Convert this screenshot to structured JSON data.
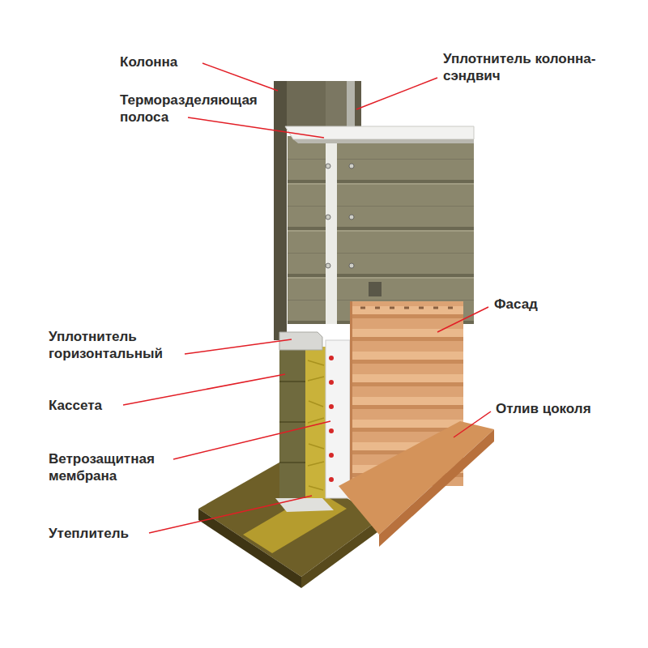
{
  "diagram": {
    "labels": [
      "Колонна",
      "Уплотнитель колонна-сэндвич",
      "Терморазделяющая полоса",
      "Уплотнитель горизонтальный",
      "Кассета",
      "Ветрозащитная мембрана",
      "Утеплитель",
      "Фасад",
      "Отлив цоколя"
    ]
  }
}
